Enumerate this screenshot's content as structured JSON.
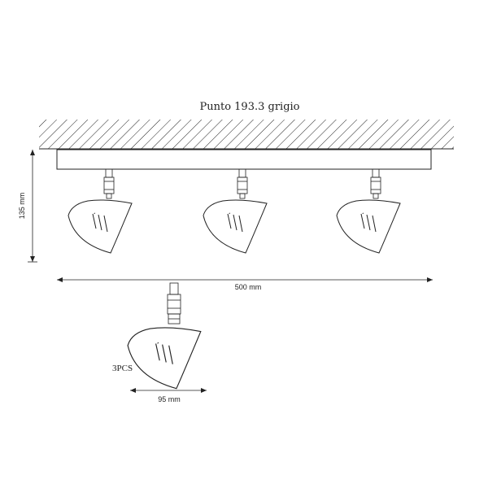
{
  "diagram": {
    "title": "Punto 193.3 grigio",
    "height_dimension": "135 mm",
    "width_dimension": "500 mm",
    "single_width_dimension": "95 mm",
    "quantity_label": "3PCS"
  },
  "colors": {
    "ink": "#222222",
    "background": "#ffffff"
  }
}
